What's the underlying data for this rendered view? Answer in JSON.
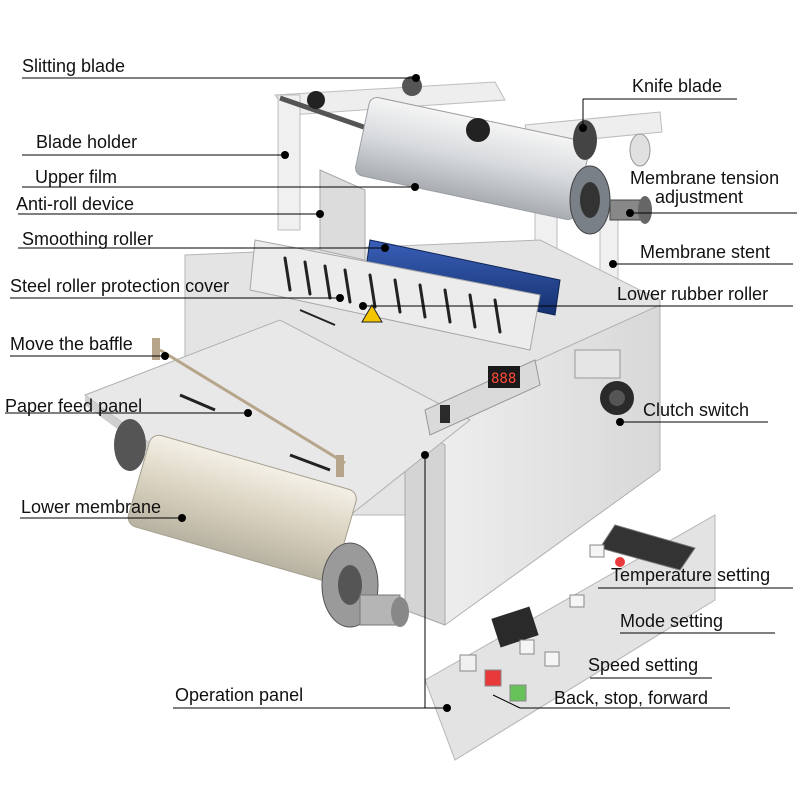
{
  "labels": {
    "slitting_blade": "Slitting blade",
    "knife_blade": "Knife blade",
    "blade_holder": "Blade holder",
    "upper_film": "Upper film",
    "membrane_tension": "Membrane tension",
    "adjustment": "adjustment",
    "anti_roll": "Anti-roll device",
    "smoothing_roller": "Smoothing roller",
    "membrane_stent": "Membrane stent",
    "steel_roller_cover": "Steel roller protection cover",
    "lower_rubber_roller": "Lower rubber roller",
    "move_baffle": "Move the baffle",
    "paper_feed_panel": "Paper feed panel",
    "clutch_switch": "Clutch switch",
    "lower_membrane": "Lower membrane",
    "temperature_setting": "Temperature setting",
    "mode_setting": "Mode setting",
    "speed_setting": "Speed setting",
    "operation_panel": "Operation panel",
    "back_stop_forward": "Back, stop, forward"
  },
  "display": {
    "main_readout": "888"
  },
  "colors": {
    "leader_line": "#000000",
    "dot": "#000000",
    "machine_body": "#e9e9e9",
    "roller_blue": "#1f3f8c",
    "frame": "#f2f2f2",
    "dark_knob": "#2a2a2a"
  }
}
